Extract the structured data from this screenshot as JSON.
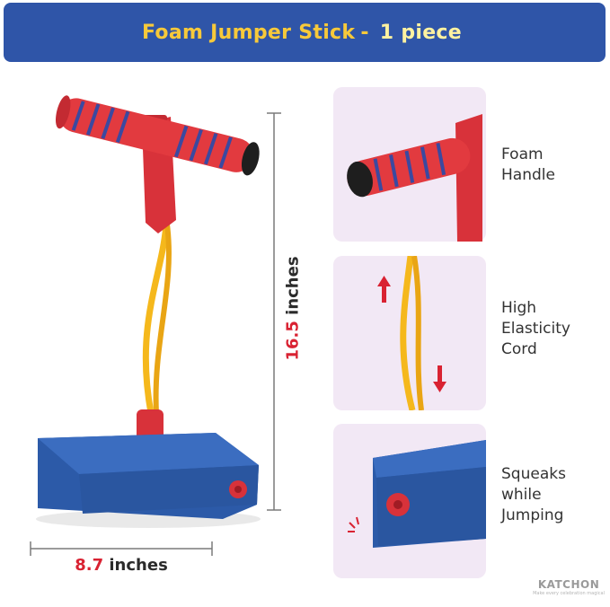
{
  "banner": {
    "title_main": "Foam Jumper Stick",
    "title_sep": "-",
    "title_highlight": "1 piece"
  },
  "dimensions": {
    "height_value": "16.5",
    "height_unit": "inches",
    "width_value": "8.7",
    "width_unit": "inches"
  },
  "callouts": [
    {
      "line1": "Foam",
      "line2": "Handle",
      "line3": ""
    },
    {
      "line1": "High",
      "line2": "Elasticity",
      "line3": "Cord"
    },
    {
      "line1": "Squeaks",
      "line2": "while",
      "line3": "Jumping"
    }
  ],
  "brand": {
    "name": "KATCHON",
    "tagline": "Make every celebration magical"
  },
  "colors": {
    "banner_bg": "#2f55a8",
    "banner_text": "#f7c93a",
    "highlight_bg": "#e8332e",
    "handle_red": "#e23a3f",
    "handle_stripe": "#3b49a0",
    "cord_yellow": "#f5b81c",
    "base_blue": "#2c5aa8",
    "panel_bg": "#f2e8f5",
    "dimension_red": "#d92232"
  }
}
